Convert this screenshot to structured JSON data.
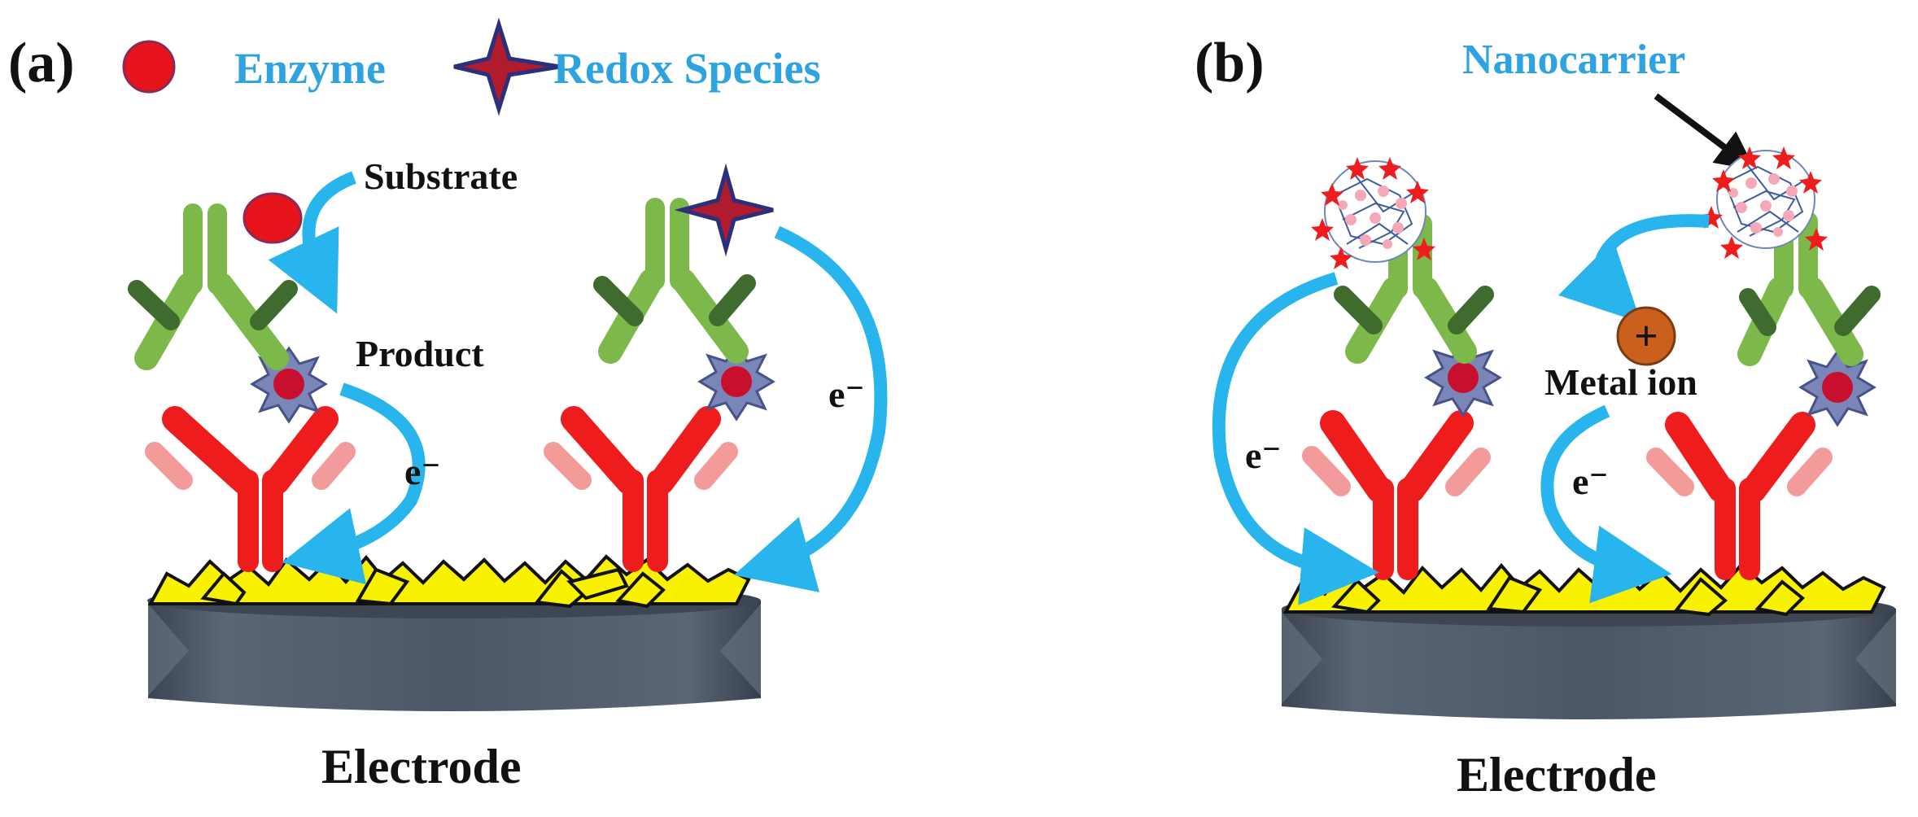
{
  "panel_a": {
    "label": "(a)",
    "legend_enzyme": "Enzyme",
    "legend_redox": "Redox Species",
    "substrate": "Substrate",
    "product": "Product",
    "electron_1": "e⁻",
    "electron_2": "e⁻",
    "electrode": "Electrode"
  },
  "panel_b": {
    "label": "(b)",
    "nanocarrier": "Nanocarrier",
    "metal_ion": "Metal ion",
    "metal_ion_symbol": "+",
    "electron_1": "e⁻",
    "electron_2": "e⁻",
    "electrode": "Electrode"
  },
  "colors": {
    "enzyme": "#e8141b",
    "redox_species": "#b01c2e",
    "capture_antibody": "#ee1c1c",
    "detection_antibody": "#7db84a",
    "electron_arrow": "#28b4ec",
    "electrode_body": "#4a5563",
    "nanomaterial": "#f8f200",
    "metal_ion": "#c9601d",
    "label_blue": "#2ea3e0"
  }
}
